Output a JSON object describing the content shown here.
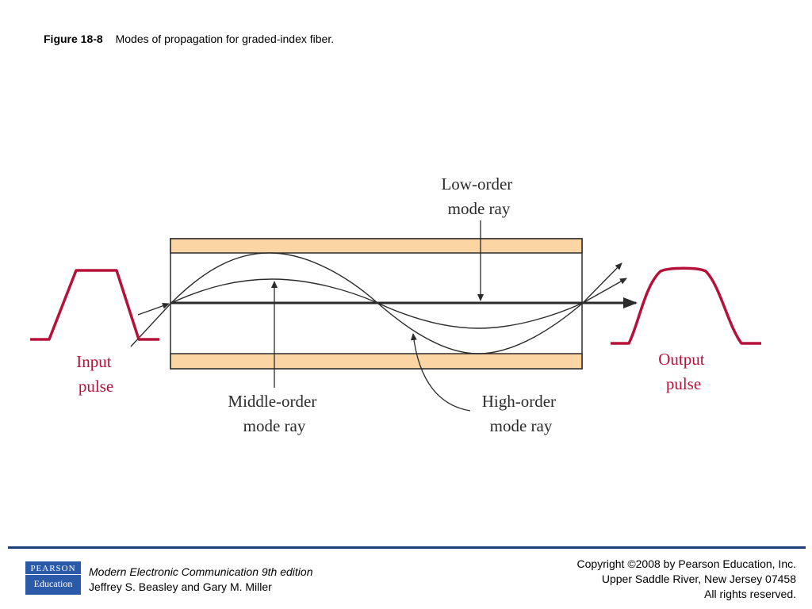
{
  "figure": {
    "number": "Figure 18-8",
    "caption": "Modes of propagation for graded-index fiber."
  },
  "diagram": {
    "labels": {
      "low_order": [
        "Low-order",
        "mode ray"
      ],
      "middle_order": [
        "Middle-order",
        "mode ray"
      ],
      "high_order": [
        "High-order",
        "mode ray"
      ],
      "input_pulse": [
        "Input",
        "pulse"
      ],
      "output_pulse": [
        "Output",
        "pulse"
      ]
    },
    "colors": {
      "cladding": "#fcd5a4",
      "pulse": "#b5123a",
      "pulse_label": "#b5123a",
      "line": "#2b2b2b"
    }
  },
  "footer": {
    "logo_top": "PEARSON",
    "logo_bottom": "Education",
    "book_title": "Modern Electronic Communication 9th edition",
    "authors": "Jeffrey S. Beasley and Gary M. Miller",
    "copyright_lines": [
      "Copyright ©2008 by Pearson Education, Inc.",
      "Upper Saddle River, New Jersey 07458",
      "All rights reserved."
    ],
    "rule_color": "#1f3c7a",
    "logo_color": "#2a5aa8"
  }
}
